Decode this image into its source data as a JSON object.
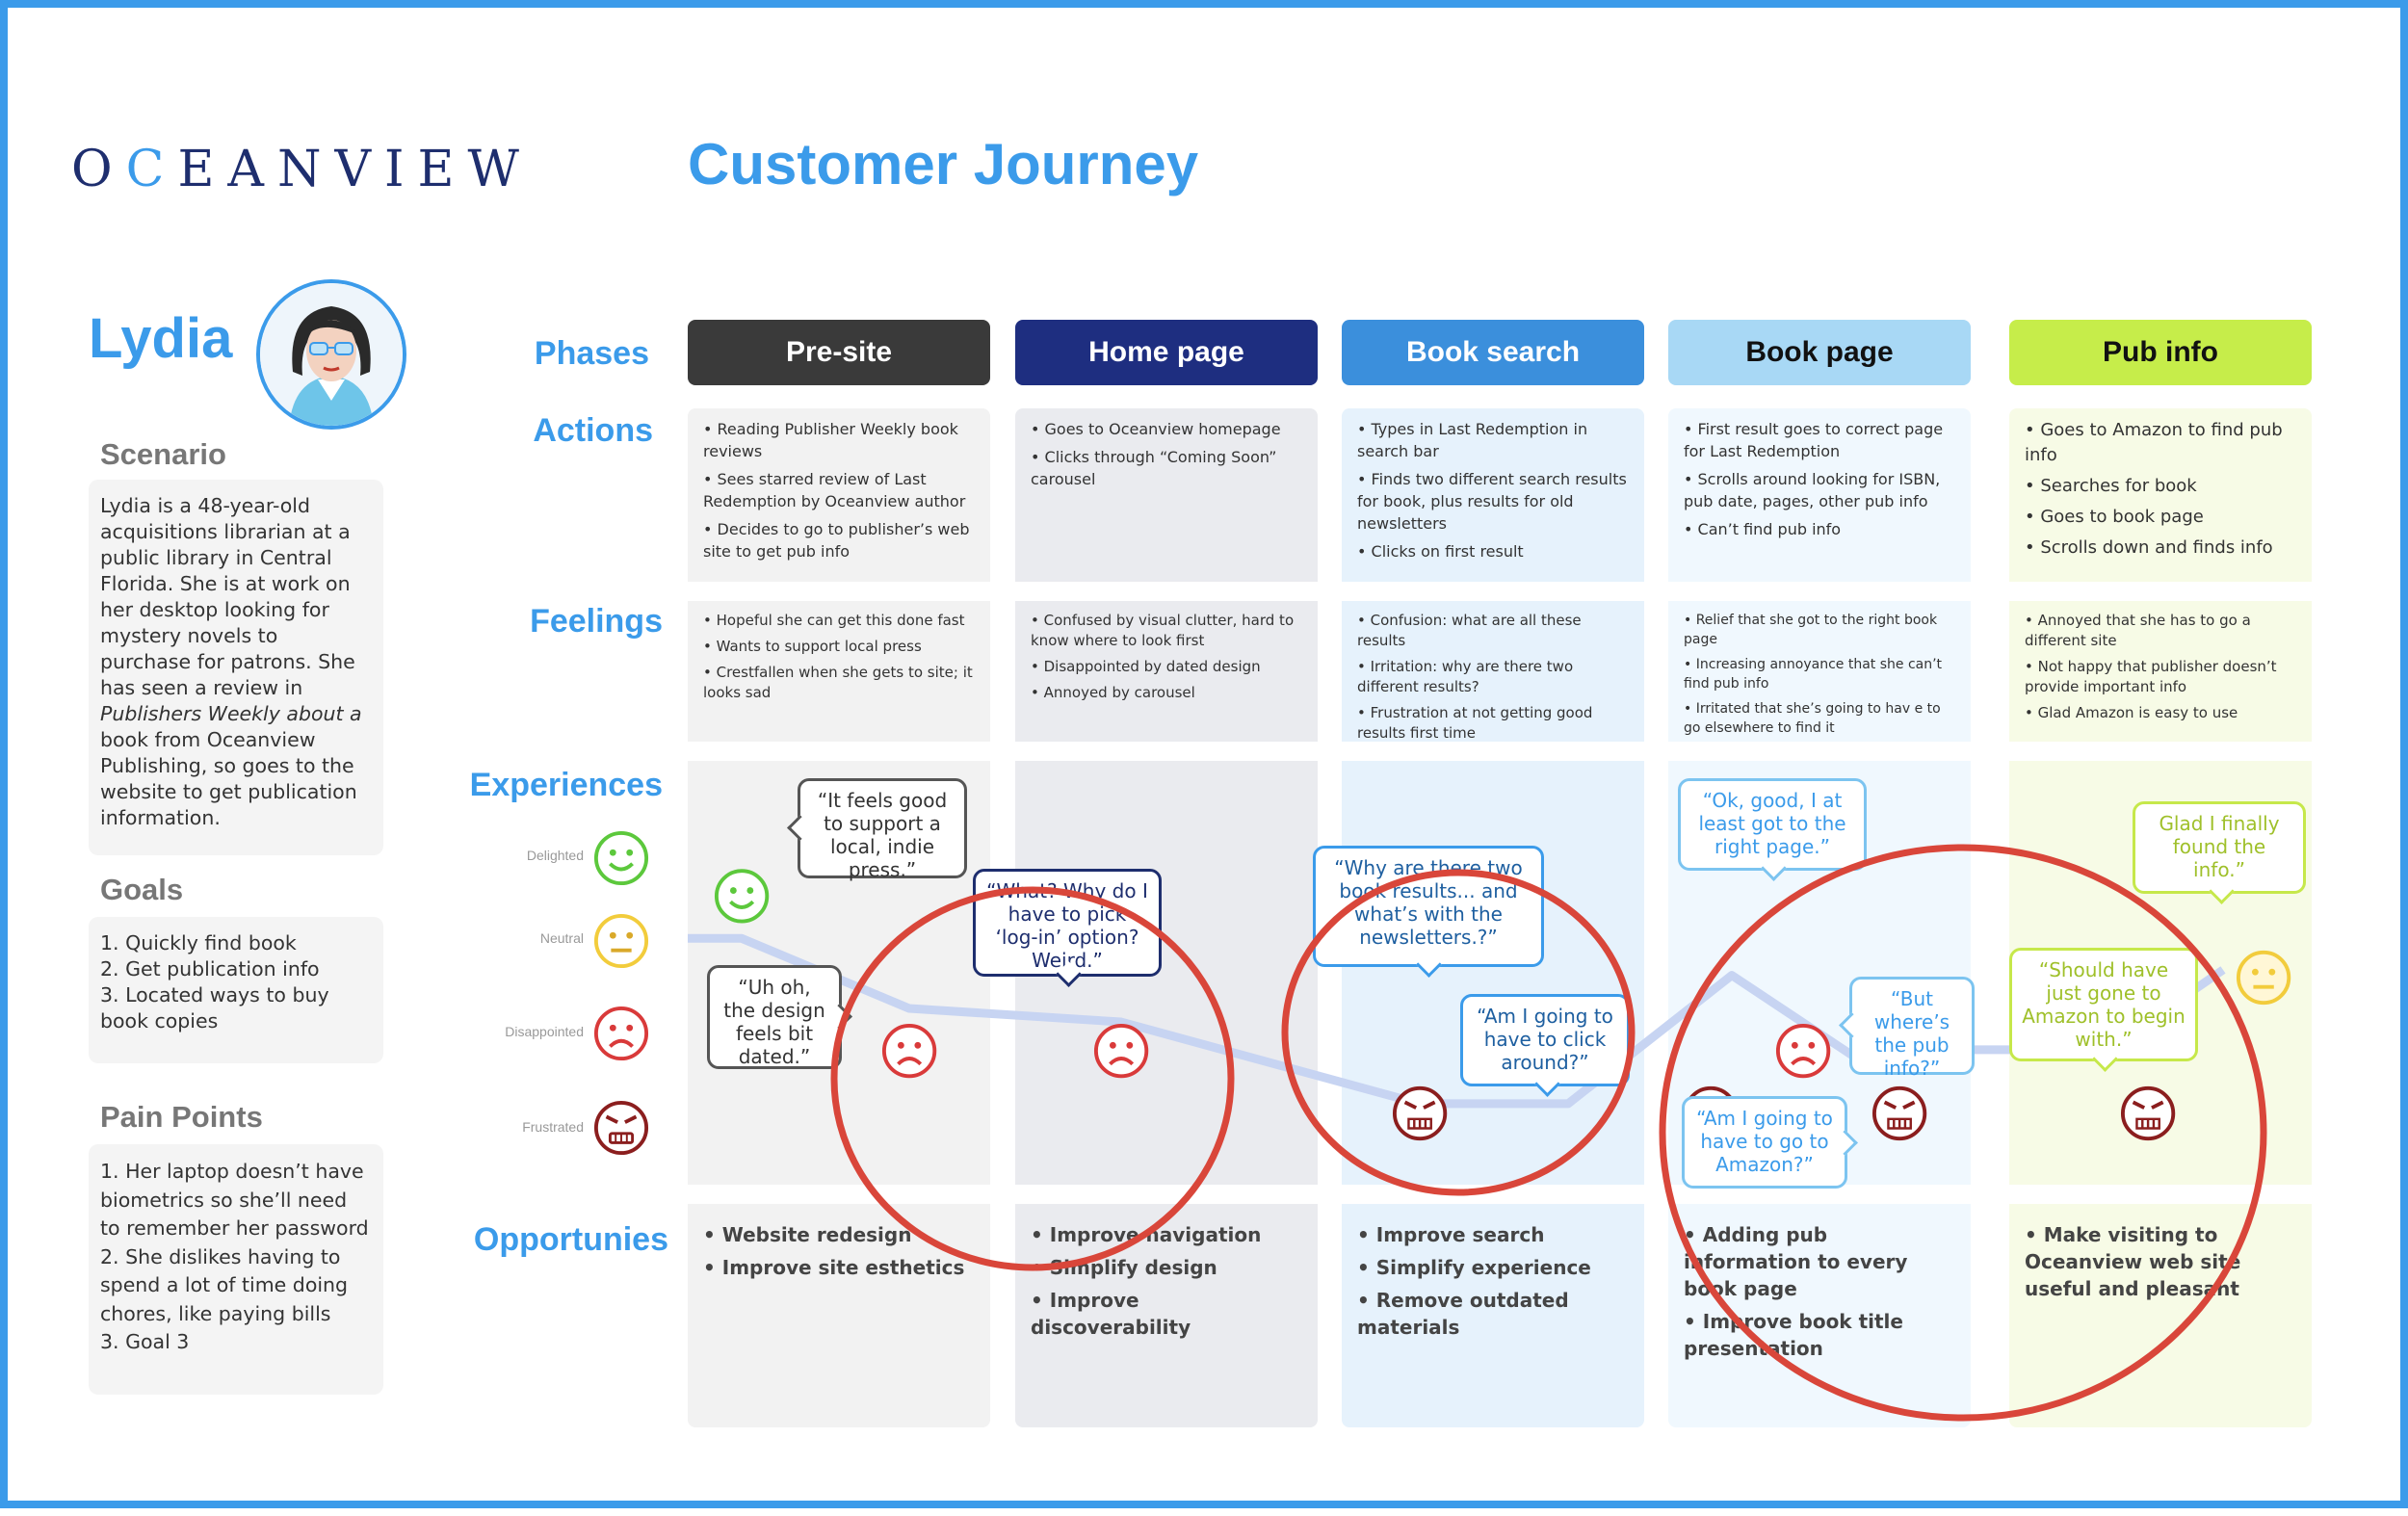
{
  "logo": {
    "text_pre": "O",
    "text_mark": "C",
    "text_post": "EANVIEW"
  },
  "title": "Customer Journey",
  "persona": {
    "name": "Lydia",
    "scenario_heading": "Scenario",
    "scenario_lines": [
      "Lydia is a 48-year-old",
      "acquisitions librarian at a",
      "public library in Central",
      "Florida. She is at work on",
      "her desktop looking for",
      "mystery novels to",
      "purchase for patrons. She",
      "has seen a review in",
      "Publishers Weekly about a",
      "book from Oceanview",
      "Publishing, so goes to the",
      "website to get publication",
      "information."
    ],
    "goals_heading": "Goals",
    "goals": [
      "1. Quickly find book",
      "2. Get publication info",
      "3. Located ways to buy",
      "book copies"
    ],
    "pain_heading": "Pain Points",
    "pain_lines": [
      "1. Her laptop doesn’t have",
      "biometrics so she’ll need",
      "to remember her password",
      "2. She dislikes having to",
      "spend a lot of time doing",
      "chores, like paying bills",
      "3. Goal 3"
    ]
  },
  "row_labels": {
    "phases": "Phases",
    "actions": "Actions",
    "feelings": "Feelings",
    "experiences": "Experiences",
    "opportunities": "Opportunies"
  },
  "scale": {
    "delighted": "Delighted",
    "neutral": "Neutral",
    "disappointed": "Disappointed",
    "frustrated": "Frustrated"
  },
  "phases": [
    {
      "name": "Pre-site",
      "actions": [
        "• Reading Publisher Weekly book reviews",
        "• Sees starred review of Last Redemption by Oceanview author",
        "• Decides to go to publisher’s web site to get pub info"
      ],
      "feelings": [
        "• Hopeful she can get this done fast",
        "• Wants to support local press",
        "• Crestfallen when she gets to site; it looks sad"
      ],
      "opportunities": [
        "• Website redesign",
        "• Improve site esthetics"
      ]
    },
    {
      "name": "Home page",
      "actions": [
        "• Goes to Oceanview homepage",
        "• Clicks through “Coming Soon” carousel"
      ],
      "feelings": [
        "• Confused by visual clutter, hard to know where to look first",
        "• Disappointed by dated design",
        "• Annoyed by carousel"
      ],
      "opportunities": [
        "• Improve navigation",
        "• Simplify design",
        "• Improve discoverability"
      ]
    },
    {
      "name": "Book search",
      "actions": [
        "• Types in Last Redemption in search bar",
        "• Finds two different search results for book, plus results for old newsletters",
        "• Clicks on first result"
      ],
      "feelings": [
        "• Confusion: what are all these results",
        "• Irritation: why are there two different results?",
        "• Frustration at not getting good results first time"
      ],
      "opportunities": [
        "• Improve search",
        "• Simplify experience",
        "• Remove outdated materials"
      ]
    },
    {
      "name": "Book page",
      "actions": [
        "• First result goes to correct page for Last Redemption",
        "• Scrolls around looking for ISBN, pub date, pages, other pub info",
        "• Can’t find pub info"
      ],
      "feelings": [
        "• Relief that she got to the right book page",
        "• Increasing annoyance that she can’t find pub info",
        "• Irritated that she’s going to hav e to go elsewhere to find it"
      ],
      "opportunities": [
        "• Adding pub information to every book page",
        "• Improve book title presentation"
      ]
    },
    {
      "name": "Pub info",
      "actions": [
        "• Goes to Amazon to find pub info",
        "• Searches for book",
        "• Goes to book page",
        "• Scrolls down and finds info"
      ],
      "feelings": [
        "• Annoyed that she has to go a different site",
        "• Not happy that publisher doesn’t provide important info",
        "• Glad Amazon is easy to use"
      ],
      "opportunities": [
        "• Make visiting to Oceanview web site useful and pleasant"
      ]
    }
  ],
  "experience": {
    "levels": [
      0.85,
      0.28,
      0.28,
      0.05,
      0.7,
      0.05,
      0.28,
      0.05,
      0.05,
      0.55
    ],
    "bubbles": [
      {
        "text": "“It feels good to support a local, indie press.”"
      },
      {
        "text": "“Uh oh, the design feels bit dated.”"
      },
      {
        "text": "“What? Why do I have to pick ‘log-in’ option? Weird.”"
      },
      {
        "text": "“Why are there two book results... and what’s with the newsletters.?”"
      },
      {
        "text": "“Am I going to have to click around?”"
      },
      {
        "text": "“Ok, good, I at least got to the right page.”"
      },
      {
        "text": "“But where’s the pub info?”"
      },
      {
        "text": "“Am I going to have to go to Amazon?”"
      },
      {
        "text": "Glad I finally found the info.”"
      },
      {
        "text": "“Should have just gone to Amazon to begin with.”"
      }
    ]
  },
  "colors": {
    "accent": "#3b9bea",
    "navy": "#1e2e6e",
    "annotation_red": "#d9463a",
    "phase_presite": "#3a3a3a",
    "phase_home": "#1e2e80",
    "phase_search": "#3b8fdc",
    "phase_bookpage": "#a8d8f5",
    "phase_pubinfo": "#c6ed4a"
  }
}
